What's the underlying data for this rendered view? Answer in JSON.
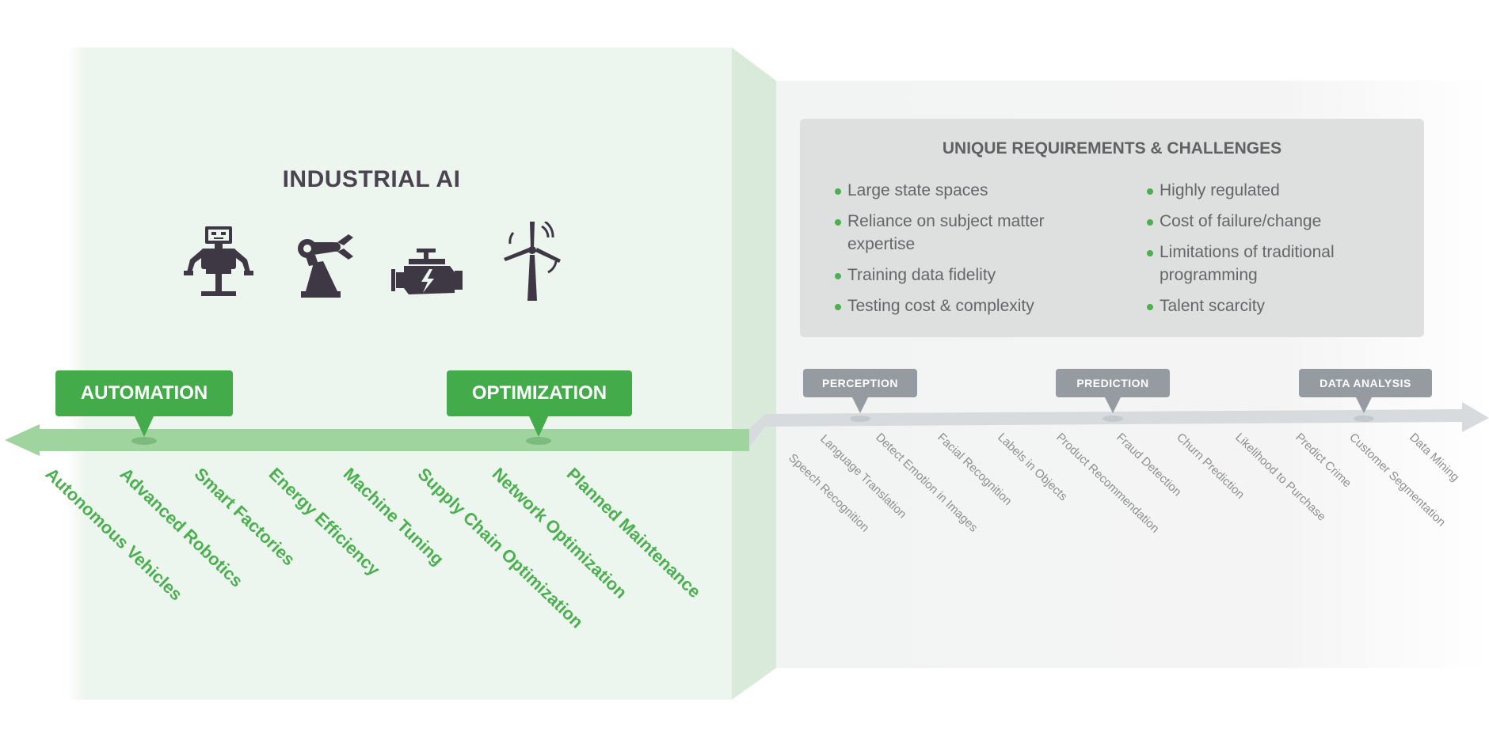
{
  "title": "INDUSTRIAL AI",
  "icons": [
    "robot-icon",
    "robot-arm-icon",
    "electric-motor-icon",
    "wind-turbine-icon"
  ],
  "requirements": {
    "title": "UNIQUE REQUIREMENTS & CHALLENGES",
    "left": [
      "Large state spaces",
      "Reliance on subject matter expertise",
      "Training data fidelity",
      "Testing cost & complexity"
    ],
    "right": [
      "Highly regulated",
      "Cost of failure/change",
      "Limitations of traditional programming",
      "Talent scarcity"
    ]
  },
  "industrial": {
    "callouts": [
      "AUTOMATION",
      "OPTIMIZATION"
    ],
    "labels": [
      "Autonomous Vehicles",
      "Advanced Robotics",
      "Smart Factories",
      "Energy Efficiency",
      "Machine Tuning",
      "Supply Chain Optimization",
      "Network Optimization",
      "Planned Maintenance"
    ]
  },
  "general": {
    "callouts": [
      "PERCEPTION",
      "PREDICTION",
      "DATA ANALYSIS"
    ],
    "labels": [
      "Speech Recognition",
      "Language Translation",
      "Detect Emotion in Images",
      "Facial Recognition",
      "Labels in Objects",
      "Product Recommendation",
      "Fraud Detection",
      "Churn Prediction",
      "Likelihood to Purchase",
      "Predict Crime",
      "Customer Segmentation",
      "Data Mining"
    ]
  },
  "colors": {
    "green": "#44ab4a",
    "green_light": "#9fd49f",
    "gray_callout": "#959ba1",
    "icon": "#3e3844"
  }
}
